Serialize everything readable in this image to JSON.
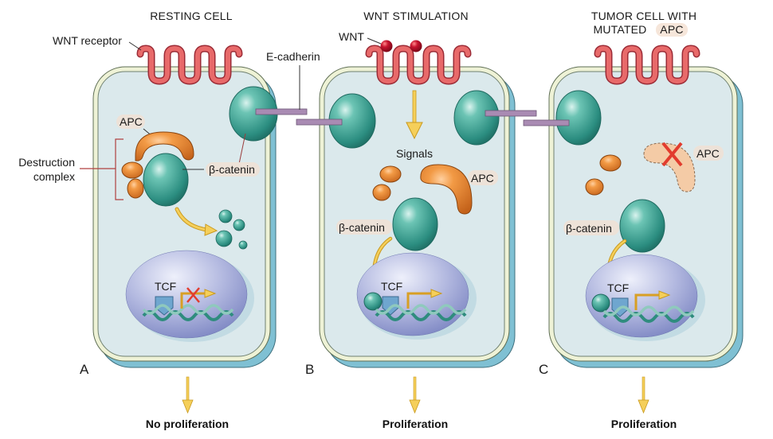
{
  "panels": [
    {
      "letter": "A",
      "title_lines": [
        "RESTING CELL"
      ],
      "outcome": "No proliferation",
      "labels": {
        "receptor": "WNT receptor",
        "apc": "APC",
        "destruction_line1": "Destruction",
        "destruction_line2": "complex",
        "beta_catenin": "β-catenin",
        "tcf": "TCF"
      },
      "transcription": "blocked"
    },
    {
      "letter": "B",
      "title_lines": [
        "WNT STIMULATION"
      ],
      "outcome": "Proliferation",
      "labels": {
        "wnt": "WNT",
        "ecadherin": "E-cadherin",
        "signals": "Signals",
        "apc": "APC",
        "beta_catenin": "β-catenin",
        "tcf": "TCF"
      },
      "transcription": "active"
    },
    {
      "letter": "C",
      "title_lines": [
        "TUMOR CELL WITH",
        "MUTATED"
      ],
      "title_highlight": "APC",
      "outcome": "Proliferation",
      "labels": {
        "apc": "APC",
        "beta_catenin": "β-catenin",
        "tcf": "TCF"
      },
      "transcription": "active"
    }
  ],
  "colors": {
    "cytoplasm": "#dbe9ec",
    "membrane": "#eef2d6",
    "cell_shadow": "#7fc0d3",
    "receptor": "#e05a5a",
    "wnt": "#b0102a",
    "beta_catenin": "#3aa597",
    "apc": "#e8832c",
    "nucleus": "#9ea6d6",
    "ecadherin": "#a98bb3",
    "arrow": "#f2c44a",
    "block_x": "#e23c2e",
    "label_bg": "#f4e3d6"
  }
}
